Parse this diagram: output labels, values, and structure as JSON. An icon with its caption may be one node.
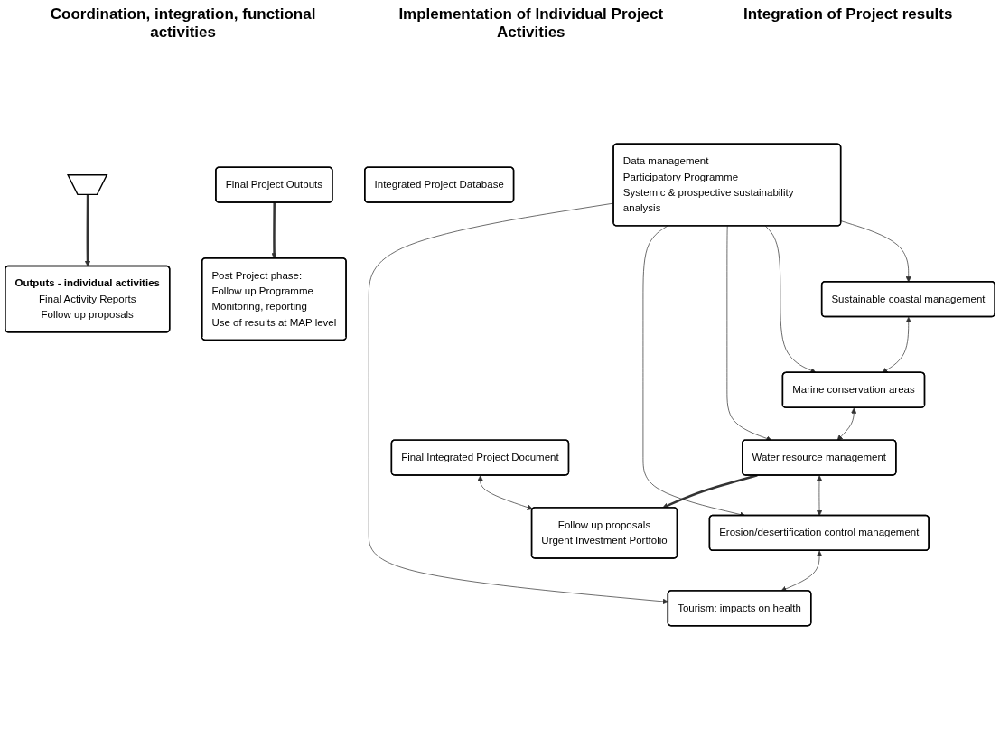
{
  "diagram": {
    "nodes": [
      {
        "text": [
          "Data management",
          "Participatory Programme",
          "Systemic & prospective sustainability analysis"
        ]
      },
      {
        "text": [
          "Sustainable coastal management"
        ]
      },
      {
        "text": [
          "Marine conservation areas"
        ]
      },
      {
        "text": [
          "Water resource management"
        ]
      },
      {
        "text": [
          "Erosion/desertification control management"
        ]
      },
      {
        "text": [
          "Tourism: impacts on health"
        ]
      },
      {
        "text": [],
        "shape": "bracket"
      },
      {
        "text": [
          "Outputs - individual activities",
          "Final Activity Reports",
          "Follow up proposals"
        ]
      },
      {
        "text": [
          "Final Integrated Project Document"
        ]
      },
      {
        "text": [
          "Follow up proposals",
          "Urgent Investment Portfolio"
        ]
      },
      {
        "text": [
          "Integrated Project Database"
        ]
      },
      {
        "text": [
          "Final Project Outputs"
        ]
      },
      {
        "text": [
          "Post Project phase:",
          "Follow up Programme",
          "Monitoring, reporting",
          "Use of results at MAP level"
        ]
      }
    ],
    "edges": [
      {
        "from": 0,
        "to": 1,
        "arrow": "to"
      },
      {
        "from": 0,
        "to": 2,
        "arrow": "to"
      },
      {
        "from": 0,
        "to": 3,
        "arrow": "to"
      },
      {
        "from": 0,
        "to": 4,
        "arrow": "to"
      },
      {
        "from": 0,
        "to": 5,
        "arrow": "to"
      },
      {
        "from": 1,
        "to": 2,
        "arrow": "both"
      },
      {
        "from": 2,
        "to": 3,
        "arrow": "both"
      },
      {
        "from": 3,
        "to": 4,
        "arrow": "both"
      },
      {
        "from": 4,
        "to": 5,
        "arrow": "both"
      },
      {
        "from": 3,
        "to": 9,
        "arrow": "to",
        "style": "thick"
      },
      {
        "from": 8,
        "to": 9,
        "arrow": "both"
      },
      {
        "from": 6,
        "to": 7,
        "arrow": "to",
        "style": "thick"
      },
      {
        "from": 11,
        "to": 12,
        "arrow": "to",
        "style": "thick"
      }
    ],
    "labels": [
      "Coordination, integration, functional activities",
      "Implementation of Individual Project Activities",
      "Integration of Project results"
    ]
  }
}
